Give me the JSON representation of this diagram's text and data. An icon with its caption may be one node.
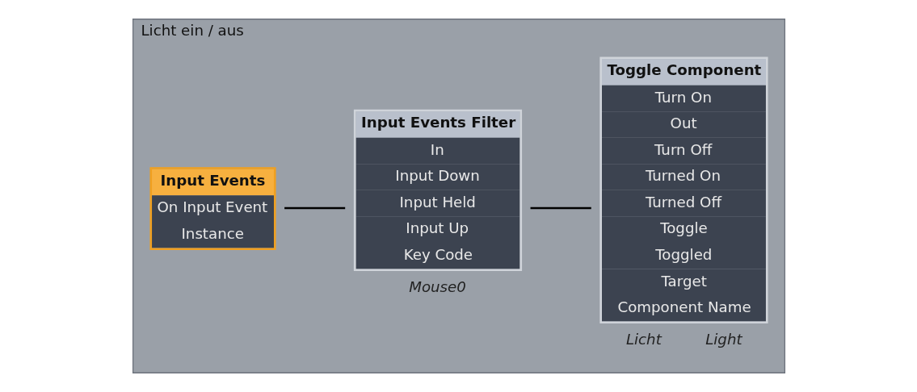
{
  "diagram": {
    "nodes": [
      {
        "text": [
          "Licht ein / aus"
        ]
      },
      {
        "text": [
          "Input Events",
          "On Input Event",
          "Instance"
        ],
        "in": 0
      },
      {
        "text": [
          "Input Events Filter",
          "In",
          "Input Down",
          "Input Held",
          "Input Up",
          "Key Code"
        ],
        "in": 0,
        "beside": [
          "Mouse0"
        ]
      },
      {
        "text": [
          "Toggle Component",
          "Turn On",
          "Out",
          "Turn Off",
          "Turned On",
          "Turned Off",
          "Toggle",
          "Toggled",
          "Target",
          "Component Name"
        ],
        "in": 0,
        "beside": [
          "Licht",
          "Light"
        ]
      }
    ],
    "edges": [
      {
        "from": 1,
        "to": 2,
        "arrow": "none"
      },
      {
        "from": 2,
        "to": 3,
        "arrow": "none"
      }
    ]
  }
}
